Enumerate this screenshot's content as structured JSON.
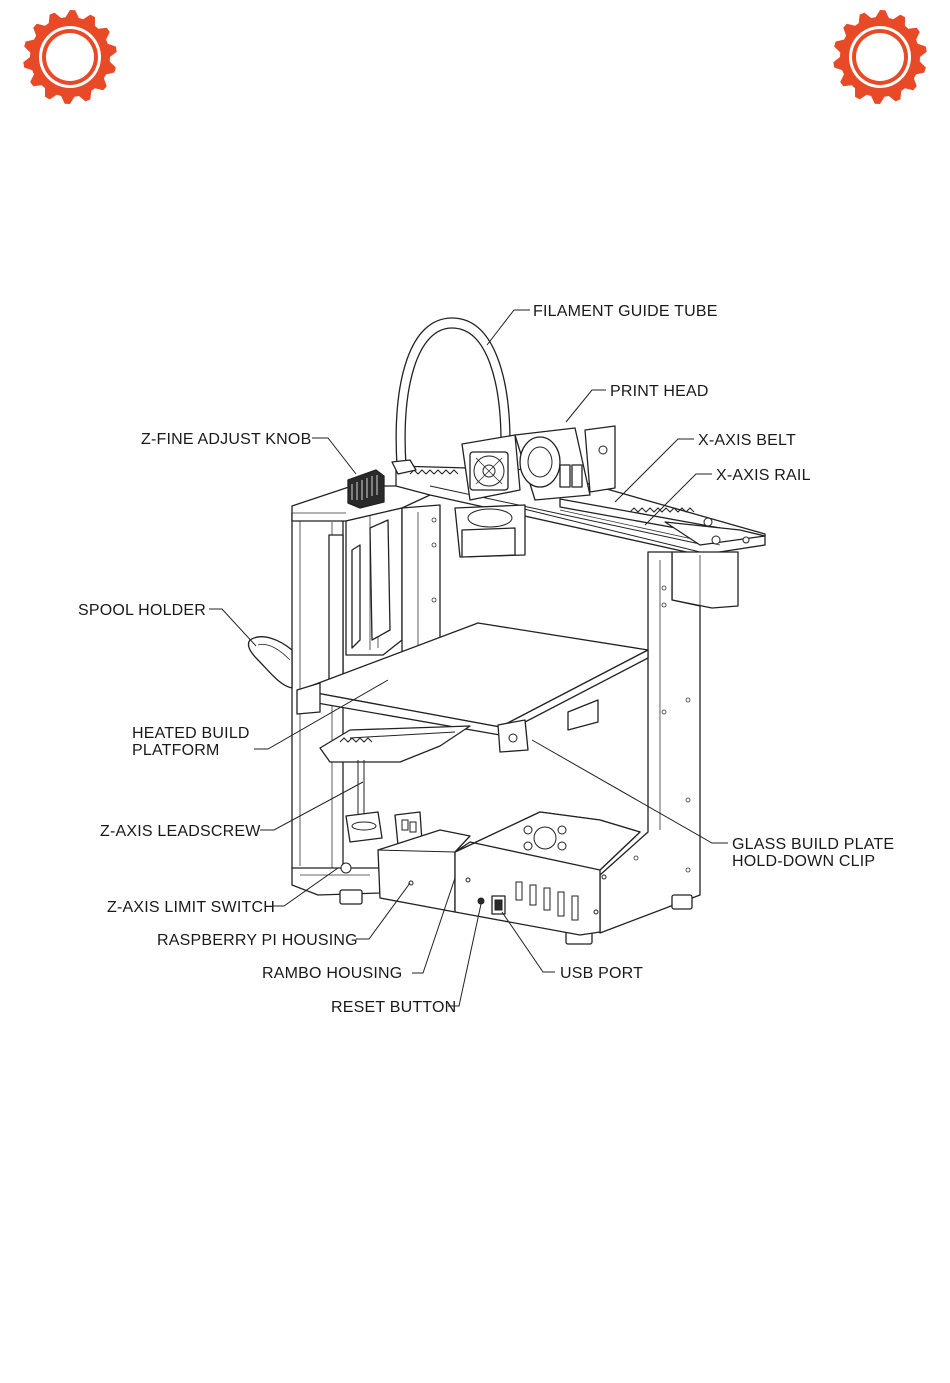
{
  "colors": {
    "badge": "#e84a27",
    "ink": "#222222",
    "paper": "#ffffff"
  },
  "badges": {
    "left_icon": "gear-badge-icon",
    "right_icon": "gear-badge-icon"
  },
  "labels": {
    "filament_guide_tube": "FILAMENT GUIDE TUBE",
    "print_head": "PRINT HEAD",
    "z_fine_adjust_knob": "Z-FINE ADJUST KNOB",
    "x_axis_belt": "X-AXIS BELT",
    "x_axis_rail": "X-AXIS RAIL",
    "spool_holder": "SPOOL HOLDER",
    "heated_build_platform": [
      "HEATED BUILD",
      "PLATFORM"
    ],
    "z_axis_leadscrew": "Z-AXIS LEADSCREW",
    "glass_build_plate_clip": [
      "GLASS BUILD PLATE",
      "HOLD-DOWN CLIP"
    ],
    "z_axis_limit_switch": "Z-AXIS LIMIT SWITCH",
    "raspberry_pi_housing": "RASPBERRY PI HOUSING",
    "rambo_housing": "RAMBO HOUSING",
    "usb_port": "USB PORT",
    "reset_button": "RESET BUTTON"
  }
}
